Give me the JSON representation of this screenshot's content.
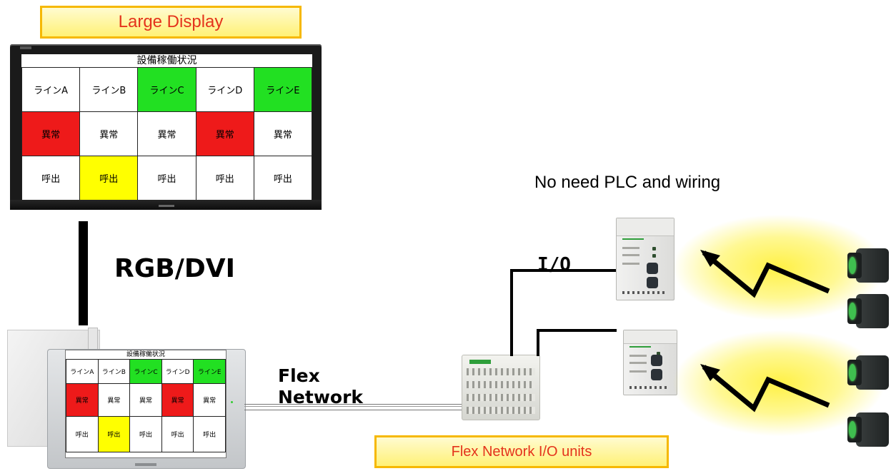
{
  "labels": {
    "large_display": "Large Display",
    "no_need": "No need PLC and wiring",
    "rgb_dvi": "RGB/DVI",
    "io": "I/O",
    "flex": "Flex",
    "network": "Network",
    "flex_network_io_units": "Flex Network I/O units"
  },
  "status_screen": {
    "title": "設備稼働状況",
    "lines": [
      "ラインA",
      "ラインB",
      "ラインC",
      "ラインD",
      "ラインE"
    ],
    "abnormal": [
      "異常",
      "異常",
      "異常",
      "異常",
      "異常"
    ],
    "call": [
      "呼出",
      "呼出",
      "呼出",
      "呼出",
      "呼出"
    ]
  },
  "colors": {
    "green": "#22e022",
    "red": "#ee1a1a",
    "yellow": "#ffff00",
    "label_text": "#e4331c",
    "label_border": "#f6b800"
  }
}
